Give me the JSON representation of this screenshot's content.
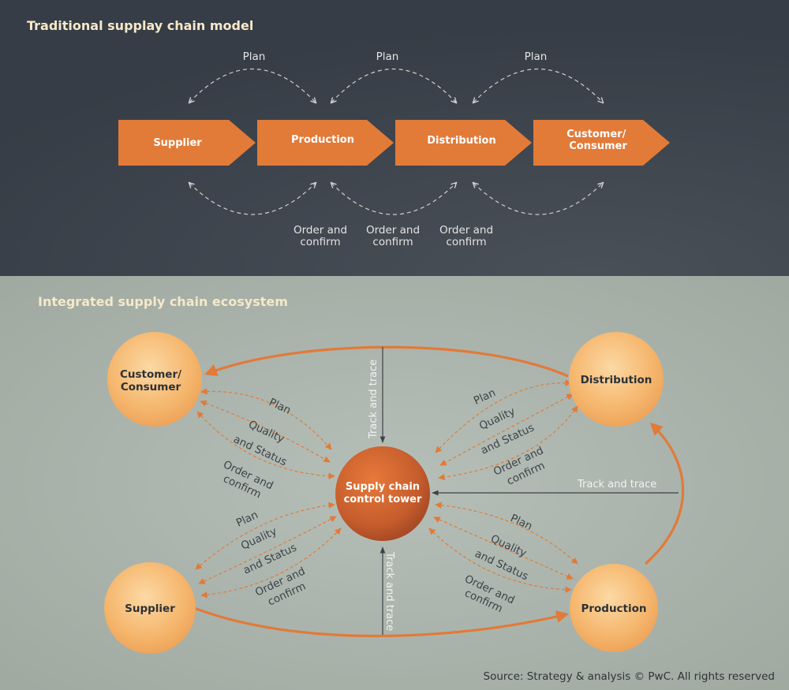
{
  "traditional": {
    "title": "Traditional supplay chain model",
    "stages": [
      "Supplier",
      "Production",
      "Distribution",
      "Customer/ Consumer"
    ],
    "plan_label": "Plan",
    "order_label_line1": "Order and",
    "order_label_line2": "confirm"
  },
  "ecosystem": {
    "title": "Integrated supply chain ecosystem",
    "tower_line1": "Supply chain",
    "tower_line2": "control tower",
    "nodes": {
      "customer_line1": "Customer/",
      "customer_line2": "Consumer",
      "distribution": "Distribution",
      "supplier": "Supplier",
      "production": "Production"
    },
    "links": {
      "plan": "Plan",
      "quality_line1": "Quality",
      "quality_line2": "and Status",
      "order_line1": "Order and",
      "order_line2": "confirm",
      "track": "Track and trace"
    }
  },
  "source": "Source: Strategy & analysis © PwC. All rights reserved",
  "colors": {
    "top_background": "#3b414a",
    "bottom_background": "#a9b3ac",
    "orange": "#e27a38",
    "node_fill": "#f5b972",
    "title_text": "#f6e9c9"
  }
}
